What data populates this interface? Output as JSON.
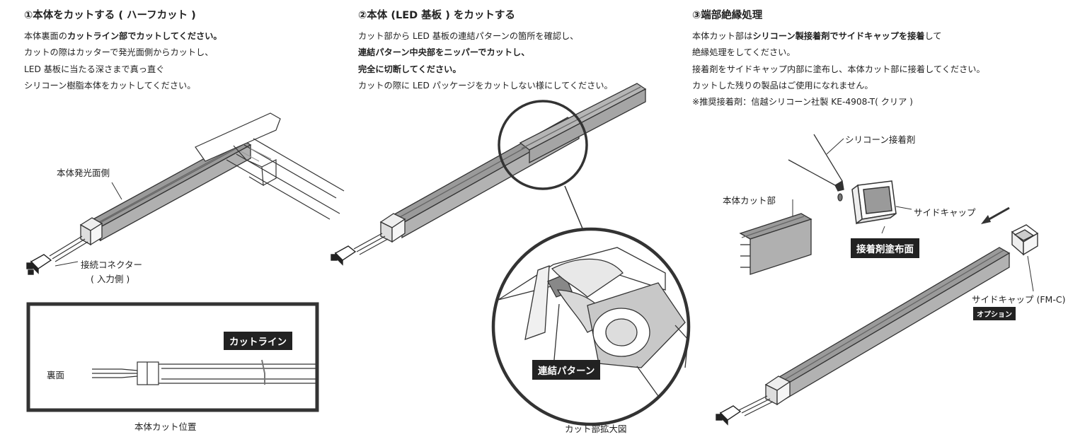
{
  "step1": {
    "title": "①本体をカットする ( ハーフカット )",
    "lines": [
      {
        "pre": "本体裏面の",
        "bold": "カットライン部でカットしてください。",
        "post": ""
      },
      {
        "pre": "カットの際はカッターで発光面側からカットし、",
        "bold": "",
        "post": ""
      },
      {
        "pre": "LED 基板に当たる深さまで真っ直ぐ",
        "bold": "",
        "post": ""
      },
      {
        "pre": "シリコーン樹脂本体をカットしてください。",
        "bold": "",
        "post": ""
      }
    ],
    "label_light_side": "本体発光面側",
    "label_connector_1": "接続コネクター",
    "label_connector_2": "( 入力側 )",
    "box_label_back": "裏面",
    "box_tag_cutline": "カットライン",
    "caption": "本体カット位置"
  },
  "step2": {
    "title": "②本体 (LED 基板 ) をカットする",
    "lines": [
      {
        "pre": "カット部から LED 基板の連結パターンの箇所を確認し、",
        "bold": "",
        "post": ""
      },
      {
        "pre": "",
        "bold": "連結パターン中央部をニッパーでカットし、",
        "post": ""
      },
      {
        "pre": "",
        "bold": "完全に切断してください。",
        "post": ""
      },
      {
        "pre": "カットの際に LED パッケージをカットしない様にしてください。",
        "bold": "",
        "post": ""
      }
    ],
    "tag_pattern": "連結パターン",
    "caption": "カット部拡大図"
  },
  "step3": {
    "title": "③端部絶縁処理",
    "lines": [
      {
        "pre": "本体カット部は",
        "bold": "シリコーン製接着剤でサイドキャップを接着",
        "post": "して"
      },
      {
        "pre": "絶縁処理をしてください。",
        "bold": "",
        "post": ""
      },
      {
        "pre": "接着剤をサイドキャップ内部に塗布し、本体カット部に接着してください。",
        "bold": "",
        "post": ""
      },
      {
        "pre": "カットした残りの製品はご使用になれません。",
        "bold": "",
        "post": ""
      },
      {
        "pre": "※推奨接着剤：信越シリコーン社製  KE-4908-T( クリア )",
        "bold": "",
        "post": ""
      }
    ],
    "label_adhesive": "シリコーン接着剤",
    "label_cut_part": "本体カット部",
    "label_side_cap": "サイドキャップ",
    "tag_adhesive_face": "接着剤塗布面",
    "label_side_cap_fm": "サイドキャップ (FM-C)",
    "tag_option": "オプション"
  }
}
